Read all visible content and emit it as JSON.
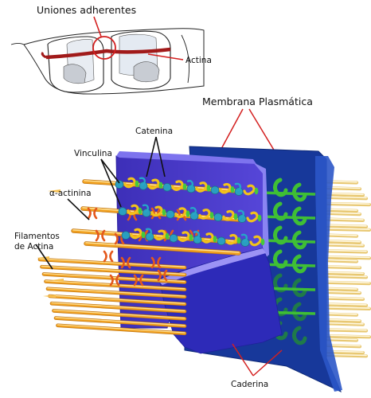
{
  "labels": {
    "uniones_adherentes": "Uniones adherentes",
    "actina": "Actina",
    "membrana_plasmatica": "Membrana Plasmática",
    "catenina": "Catenina",
    "vinculina": "Vinculina",
    "alfa_actinina": "α-actinina",
    "filamentos_line1": "Filamentos",
    "filamentos_line2": "de Actina",
    "caderina": "Caderina"
  },
  "colors": {
    "actin": "#f0a020",
    "catenin": "#f2c21a",
    "vinculin": "#2a9fc0",
    "alpha_actinin": "#e4581c",
    "cadherin": "#3fbf35",
    "membrane_front": "#4a3bd0",
    "membrane_back": "#183a9a",
    "callout": "#d42020",
    "adherens_band": "#a11a1a"
  }
}
